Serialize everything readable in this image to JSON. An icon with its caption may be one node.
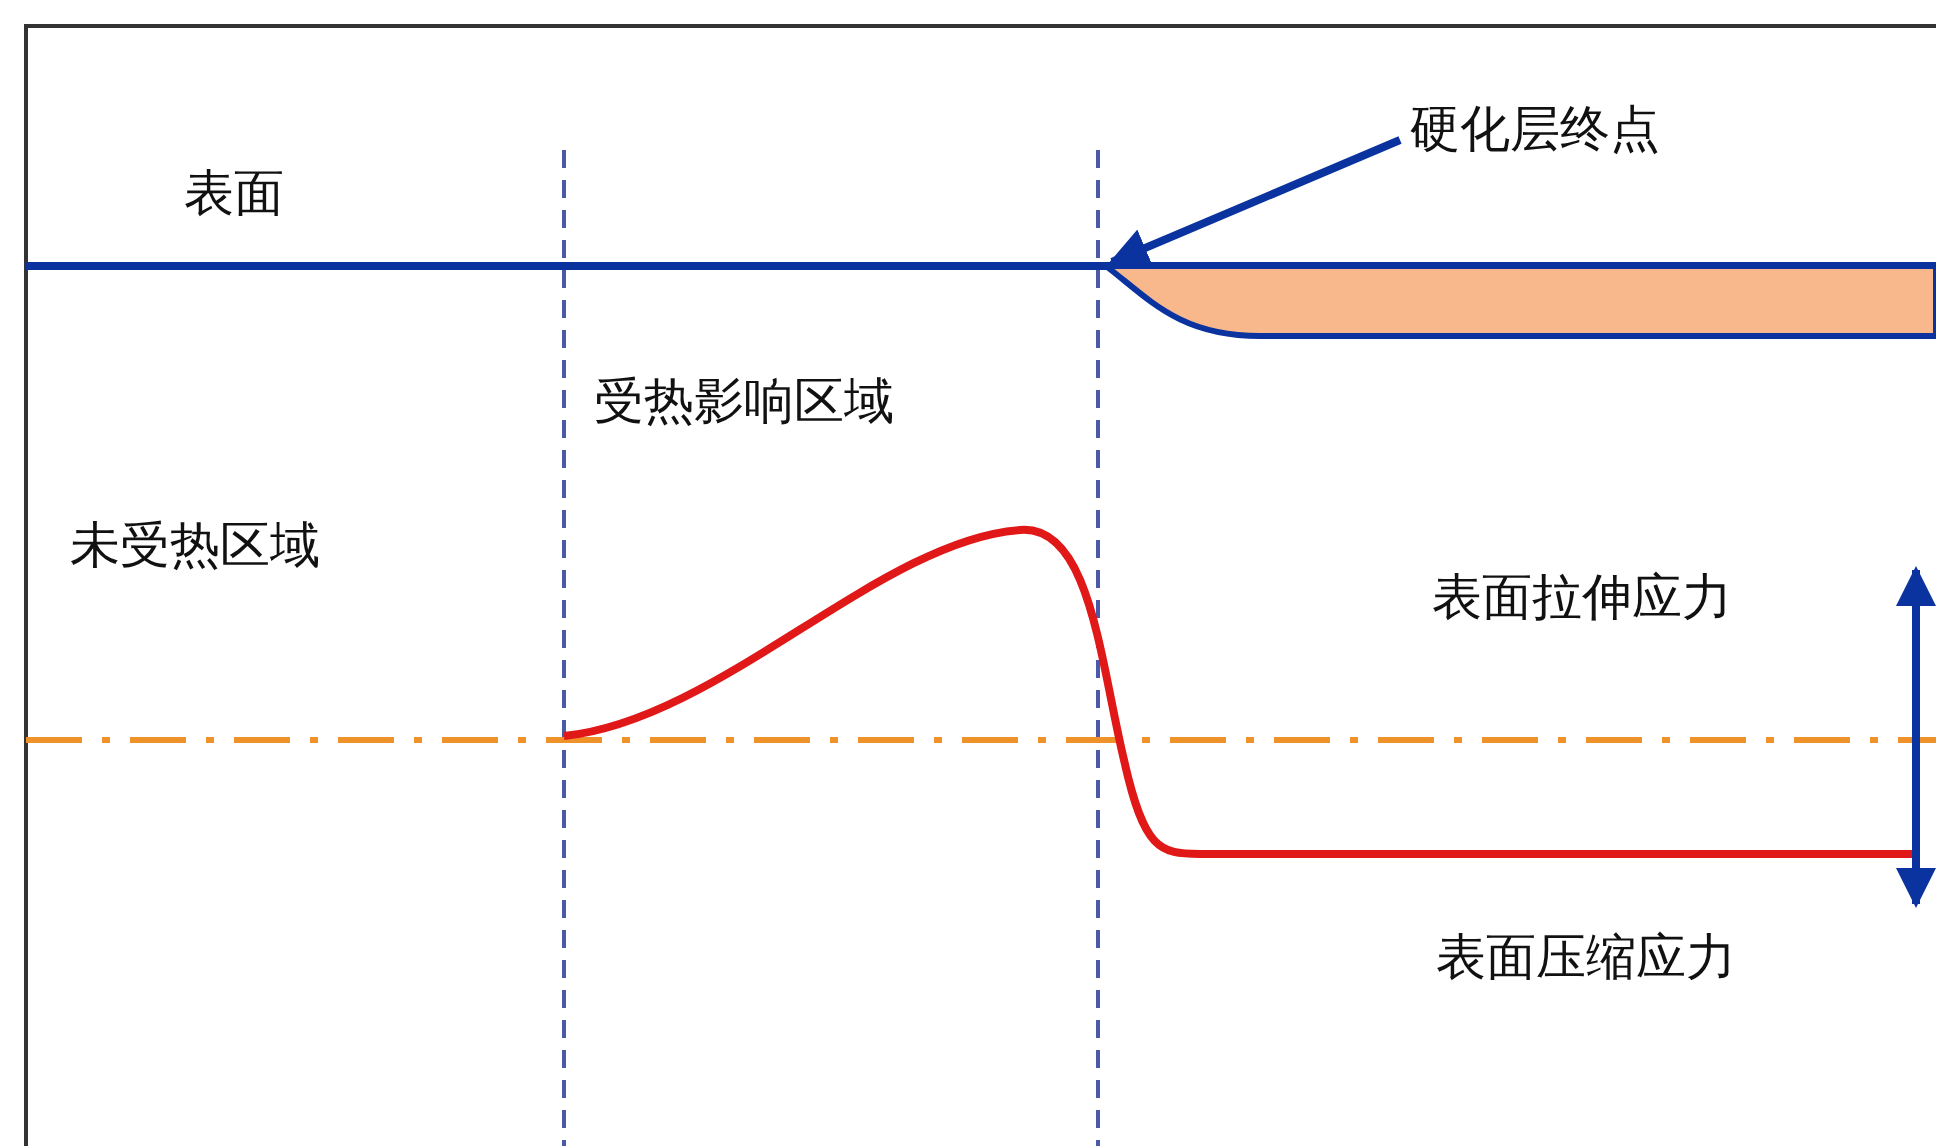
{
  "diagram": {
    "nodes": [
      {
        "text": [
          "硬化层终点"
        ]
      },
      {
        "text": [],
        "shape": "bar"
      }
    ],
    "edges": [
      {
        "from": 0,
        "to": 1,
        "arrow": "to"
      }
    ],
    "labels": [
      "表面",
      "受热影响区域",
      "未受热区域",
      "表面拉伸应力",
      "表面压缩应力"
    ]
  }
}
